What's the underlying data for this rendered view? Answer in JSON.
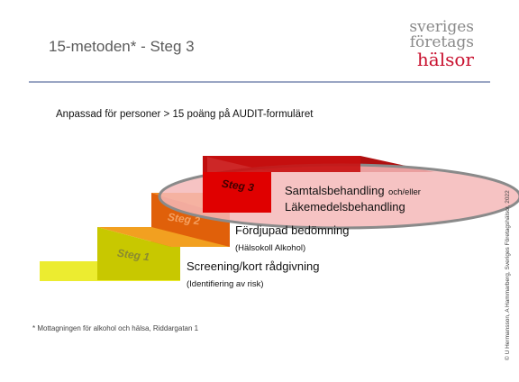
{
  "slide": {
    "title": "15-metoden* - Steg 3",
    "logo": {
      "line1": "sveriges",
      "line2": "företags",
      "line3": "hälsor"
    },
    "subtitle": "Anpassad för personer > 15 poäng på AUDIT-formuläret",
    "steps": [
      {
        "label": "Steg 1",
        "main": "Screening/kort rådgivning",
        "detail": "(Identifiering av risk)"
      },
      {
        "label": "Steg 2",
        "main": "Fördjupad bedömning",
        "detail": "(Hälsokoll Alkohol)"
      },
      {
        "label": "Steg 3",
        "main": "Samtalsbehandling",
        "main_suffix": "och/eller",
        "main2": "Läkemedelsbehandling"
      }
    ],
    "footnote": "* Mottagningen för alkohol och hälsa, Riddargatan 1",
    "copyright": "© U Hermansson, A Hammarberg, Sveriges Företagshälsor, 2022"
  },
  "colors": {
    "step1_front": "#c8c800",
    "step1_top": "#ecec30",
    "step2_front": "#e0600a",
    "step2_top": "#f58a20",
    "step3_front": "#e00000",
    "step3_top": "#b01010",
    "ellipse_fill": "#f4b8b8",
    "ellipse_stroke": "#8a8a8a"
  }
}
